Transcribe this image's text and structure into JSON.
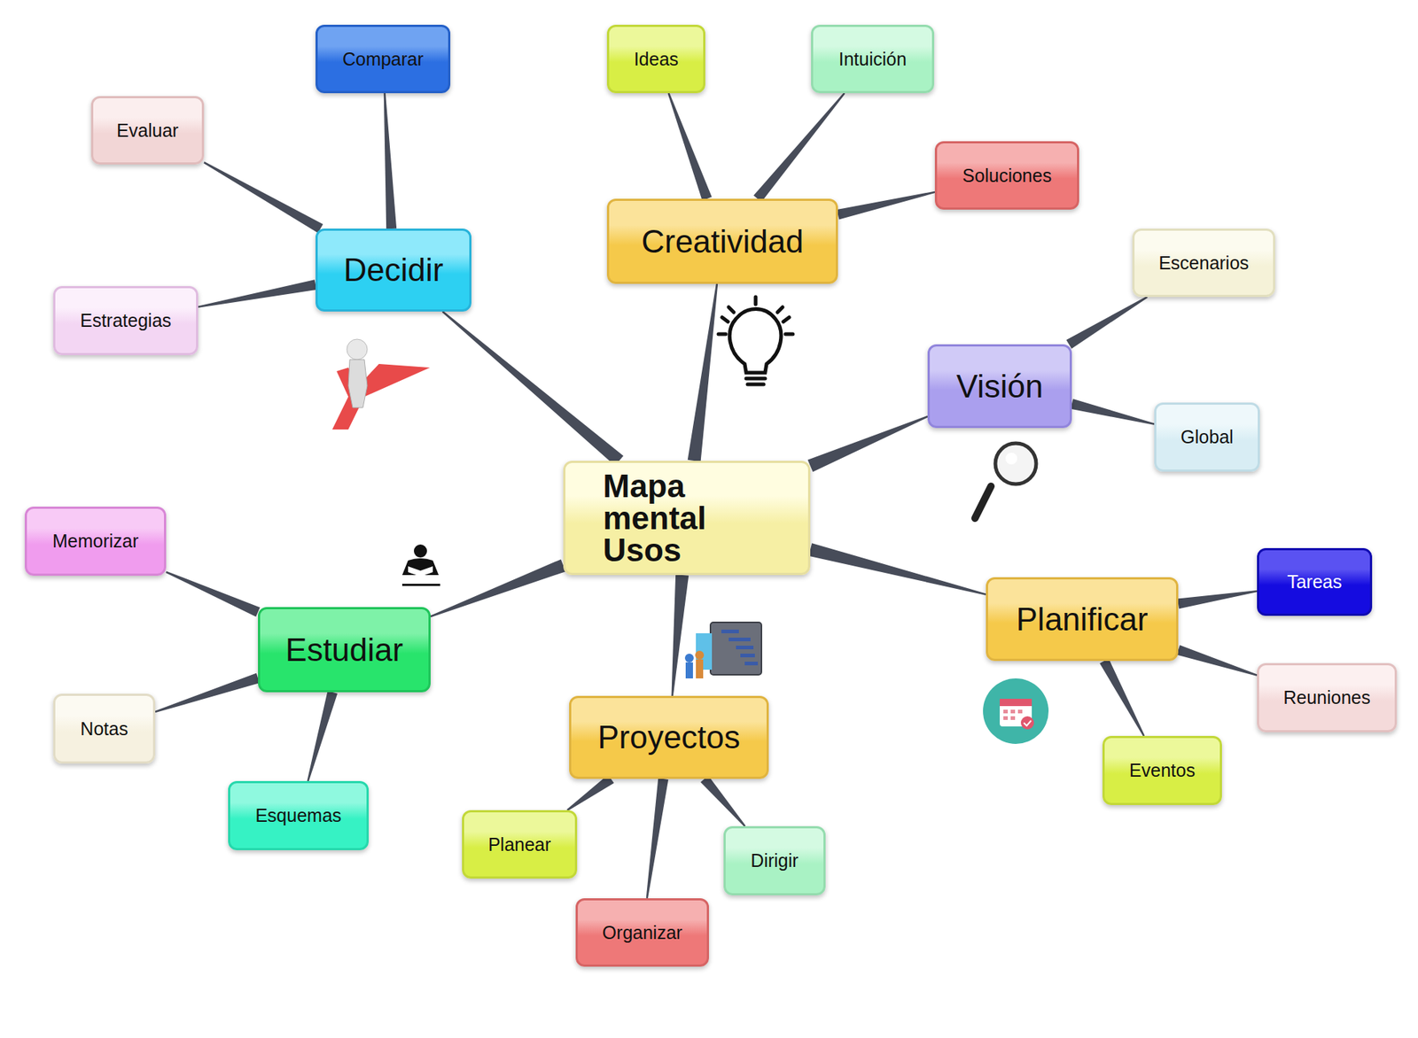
{
  "diagram": {
    "nodes": [
      {
        "text": [
          "Mapa mental Usos"
        ]
      },
      {
        "text": [
          "Decidir"
        ]
      },
      {
        "text": [
          "Comparar"
        ]
      },
      {
        "text": [
          "Evaluar"
        ]
      },
      {
        "text": [
          "Estrategias"
        ]
      },
      {
        "text": [
          "Creatividad"
        ]
      },
      {
        "text": [
          "Ideas"
        ]
      },
      {
        "text": [
          "Intuición"
        ]
      },
      {
        "text": [
          "Soluciones"
        ]
      },
      {
        "text": [
          "Visión"
        ]
      },
      {
        "text": [
          "Escenarios"
        ]
      },
      {
        "text": [
          "Global"
        ]
      },
      {
        "text": [
          "Planificar"
        ]
      },
      {
        "text": [
          "Tareas"
        ]
      },
      {
        "text": [
          "Reuniones"
        ]
      },
      {
        "text": [
          "Eventos"
        ]
      },
      {
        "text": [
          "Proyectos"
        ]
      },
      {
        "text": [
          "Planear"
        ]
      },
      {
        "text": [
          "Organizar"
        ]
      },
      {
        "text": [
          "Dirigir"
        ]
      },
      {
        "text": [
          "Estudiar"
        ]
      },
      {
        "text": [
          "Memorizar"
        ]
      },
      {
        "text": [
          "Notas"
        ]
      },
      {
        "text": [
          "Esquemas"
        ]
      }
    ],
    "edges": [
      {
        "from": 0,
        "to": 1,
        "arrow": "none"
      },
      {
        "from": 1,
        "to": 2,
        "arrow": "none"
      },
      {
        "from": 1,
        "to": 3,
        "arrow": "none"
      },
      {
        "from": 1,
        "to": 4,
        "arrow": "none"
      },
      {
        "from": 0,
        "to": 5,
        "arrow": "none"
      },
      {
        "from": 5,
        "to": 6,
        "arrow": "none"
      },
      {
        "from": 5,
        "to": 7,
        "arrow": "none"
      },
      {
        "from": 5,
        "to": 8,
        "arrow": "none"
      },
      {
        "from": 0,
        "to": 9,
        "arrow": "none"
      },
      {
        "from": 9,
        "to": 10,
        "arrow": "none"
      },
      {
        "from": 9,
        "to": 11,
        "arrow": "none"
      },
      {
        "from": 0,
        "to": 12,
        "arrow": "none"
      },
      {
        "from": 12,
        "to": 13,
        "arrow": "none"
      },
      {
        "from": 12,
        "to": 14,
        "arrow": "none"
      },
      {
        "from": 12,
        "to": 15,
        "arrow": "none"
      },
      {
        "from": 0,
        "to": 16,
        "arrow": "none"
      },
      {
        "from": 16,
        "to": 17,
        "arrow": "none"
      },
      {
        "from": 16,
        "to": 18,
        "arrow": "none"
      },
      {
        "from": 16,
        "to": 19,
        "arrow": "none"
      },
      {
        "from": 0,
        "to": 20,
        "arrow": "none"
      },
      {
        "from": 20,
        "to": 21,
        "arrow": "none"
      },
      {
        "from": 20,
        "to": 22,
        "arrow": "none"
      },
      {
        "from": 20,
        "to": 23,
        "arrow": "none"
      }
    ]
  }
}
